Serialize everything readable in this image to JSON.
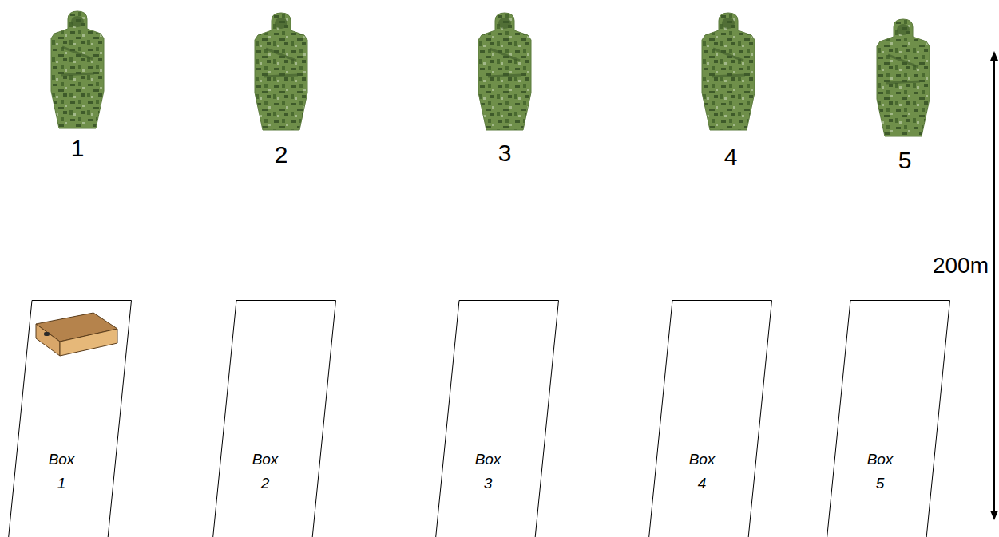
{
  "diagram": {
    "nodes": [
      {
        "text": [
          "Box 1"
        ]
      },
      {
        "text": [
          "Box 2"
        ]
      },
      {
        "text": [
          "Box 3"
        ]
      },
      {
        "text": [
          "Box 4"
        ]
      },
      {
        "text": [
          "Box 5"
        ]
      }
    ],
    "labels": [
      "1",
      "2",
      "3",
      "4",
      "5",
      "200m"
    ]
  }
}
